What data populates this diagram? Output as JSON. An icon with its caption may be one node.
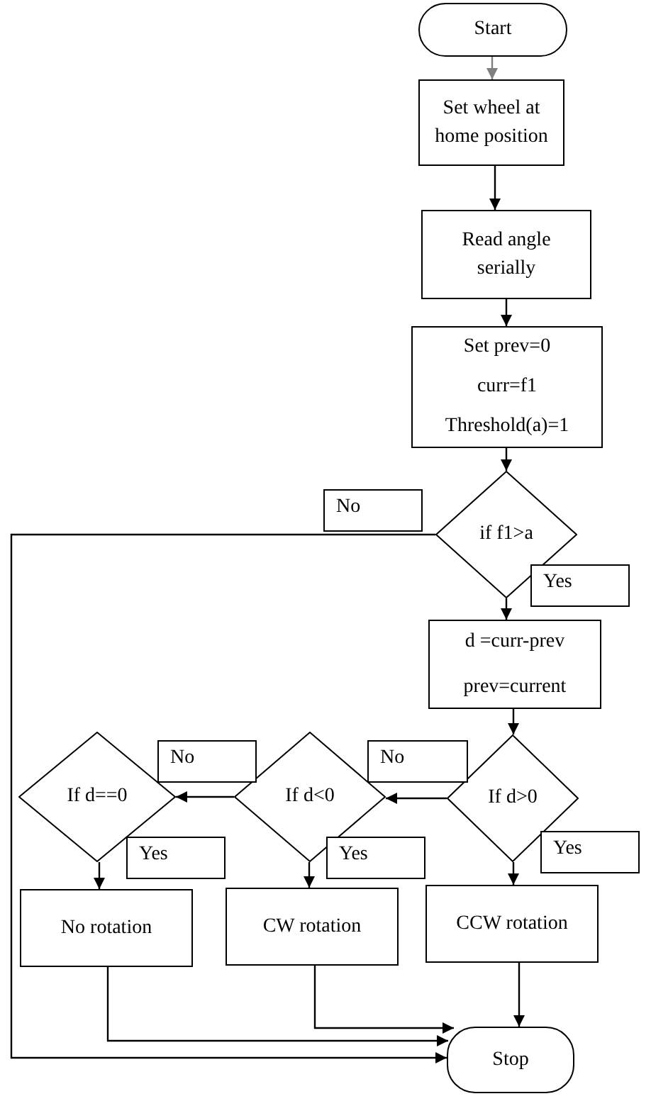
{
  "diagram": {
    "nodes": [
      {
        "text": [
          "Start"
        ]
      },
      {
        "text": [
          "Set wheel at home position"
        ]
      },
      {
        "text": [
          "Read angle serially"
        ]
      },
      {
        "text": [
          "Set prev=0",
          "curr=f1",
          "Threshold(a)=1"
        ]
      },
      {
        "text": [
          "if f1>a"
        ]
      },
      {
        "text": [
          "d =curr-prev",
          "prev=current"
        ]
      },
      {
        "text": [
          "If d>0"
        ]
      },
      {
        "text": [
          "If d<0"
        ]
      },
      {
        "text": [
          "If d==0"
        ]
      },
      {
        "text": [
          "No rotation"
        ]
      },
      {
        "text": [
          "CW rotation"
        ]
      },
      {
        "text": [
          "CCW rotation"
        ]
      },
      {
        "text": [
          "Stop"
        ]
      }
    ],
    "edges": [
      {
        "from": 0,
        "to": 1,
        "arrow": "to",
        "color": "#808080"
      },
      {
        "from": 1,
        "to": 2,
        "arrow": "to"
      },
      {
        "from": 2,
        "to": 3,
        "arrow": "to"
      },
      {
        "from": 3,
        "to": 4,
        "arrow": "to"
      },
      {
        "from": 4,
        "to": 5,
        "arrow": "to",
        "label": "Yes"
      },
      {
        "from": 4,
        "to": 12,
        "arrow": "to",
        "label": "No"
      },
      {
        "from": 5,
        "to": 6,
        "arrow": "to"
      },
      {
        "from": 6,
        "to": 11,
        "arrow": "to",
        "label": "Yes"
      },
      {
        "from": 6,
        "to": 7,
        "arrow": "to",
        "label": "No"
      },
      {
        "from": 7,
        "to": 10,
        "arrow": "to",
        "label": "Yes"
      },
      {
        "from": 7,
        "to": 8,
        "arrow": "to",
        "label": "No"
      },
      {
        "from": 8,
        "to": 9,
        "arrow": "to",
        "label": "Yes"
      },
      {
        "from": 9,
        "to": 12,
        "arrow": "to"
      },
      {
        "from": 10,
        "to": 12,
        "arrow": "to"
      },
      {
        "from": 11,
        "to": 12,
        "arrow": "to"
      }
    ]
  }
}
